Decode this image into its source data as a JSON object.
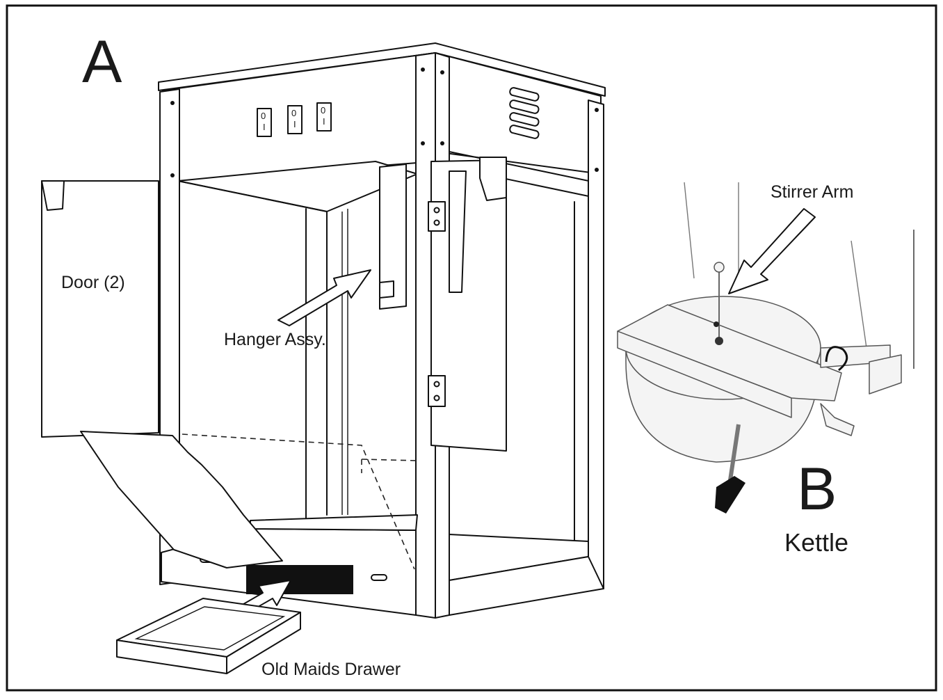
{
  "labels": {
    "view_a": "A",
    "view_b": "B",
    "door": "Door (2)",
    "hanger": "Hanger Assy.",
    "stirrer": "Stirrer Arm",
    "kettle": "Kettle",
    "drawer": "Old Maids Drawer"
  },
  "switches": [
    {
      "top": "0",
      "bottom": "I"
    },
    {
      "top": "0",
      "bottom": "I"
    },
    {
      "top": "0",
      "bottom": "I"
    }
  ]
}
